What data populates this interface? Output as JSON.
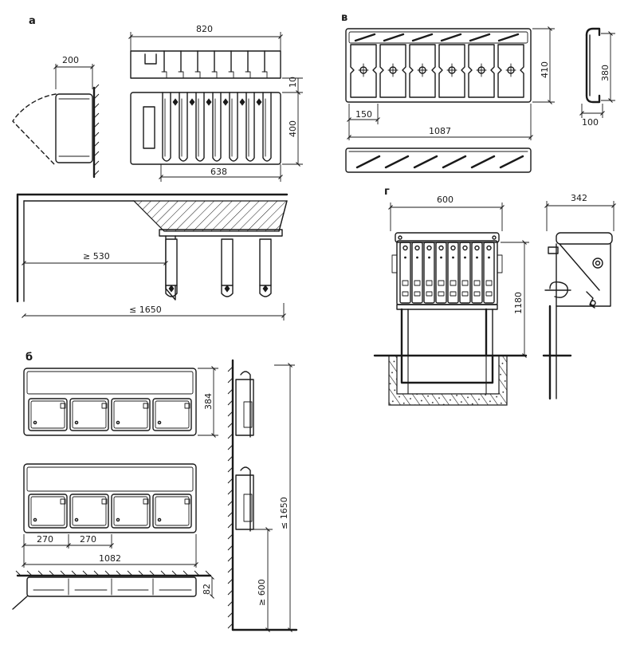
{
  "panels": {
    "a": {
      "label": "а",
      "dims": {
        "depth": "200",
        "width_top": "820",
        "width_bottom": "638",
        "height": "400",
        "gap": "10",
        "clear": "≥ 530",
        "reach": "≤ 1650"
      }
    },
    "b": {
      "label": "б",
      "dims": {
        "height": "384",
        "cell1": "270",
        "cell2": "270",
        "width": "1082",
        "depth": "82",
        "floor": "≥ 600",
        "reach": "≤ 1650"
      }
    },
    "v": {
      "label": "в",
      "dims": {
        "height": "410",
        "cell": "150",
        "width": "1087",
        "prof_h": "380",
        "prof_w": "100"
      }
    },
    "g": {
      "label": "г",
      "dims": {
        "width": "600",
        "depth": "342",
        "height": "1180"
      }
    }
  },
  "colors": {
    "ink": "#1a1a1a",
    "paper": "#ffffff"
  }
}
